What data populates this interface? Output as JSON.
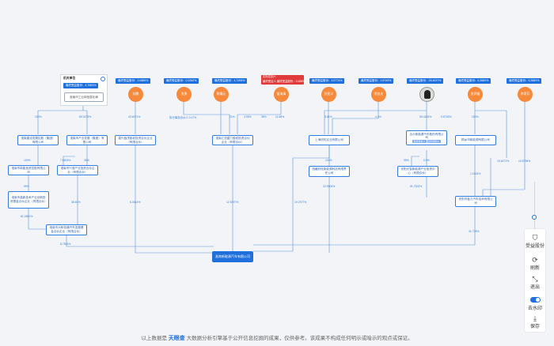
{
  "top_card": {
    "title": "机关单位",
    "badge": "最终受益股份：4.7663%",
    "org": "淮南市工业和信息化局"
  },
  "shareholders": [
    {
      "name": "封鹏",
      "badge": "最终受益股份：2.0889%"
    },
    {
      "name": "张勇",
      "badge": "最终受益股份：0.2252%"
    },
    {
      "name": "陈耀元",
      "badge": "最终受益股份：4.7205%"
    },
    {
      "name": "侯海清",
      "badge_red": "实际控制人",
      "badge_red2": "最终受益人  最终受益股份：0.4889%"
    },
    {
      "name": "孙民义",
      "badge": "最终受益股份：3.0774%"
    },
    {
      "name": "倪忠夫",
      "badge": "最终受益股份：0.9749%"
    },
    {
      "name": "",
      "badge": "最终受益股份：25.4037%"
    },
    {
      "name": "张润福",
      "badge": "最终受益股份：6.3569%"
    },
    {
      "name": "李家芳",
      "badge": "最终受益股份：5.3869%"
    }
  ],
  "companies": {
    "c1": "淮南建设发展控股（集团）有限公司",
    "c2": "淮南市产业发展（集团）有限公司",
    "c3": "嘉兴鑫茂股权投资合伙企业（有限合伙）",
    "c4": "淮南汇信建力股权投资合伙企业（有限合伙）",
    "c5": "上海欣旺实业有限公司",
    "c6": "合众新能源汽车股份有限公司",
    "c6_tag1": "最终受益人",
    "c6_tag2": "实际控制人",
    "c7": "桐乡市新能源有限公司",
    "c8": "淮南市新能投资控股有限公司",
    "c9": "淮南市兴淮产业投资合伙企业（有限合伙）",
    "c10": "西藏欣旺新能源科技有限责任公司",
    "c11": "安阳元智新能源产业投资中心（有限合伙）",
    "c12": "淮南市高新技术产业创新投资基金合伙企业（有限合伙）",
    "c13": "安阳市鑫力汽车技术有限公司",
    "c14": "淮南市大和信通汽车发展基金合伙企业（有限合伙）",
    "target": "淮南新能源汽车有限公司"
  },
  "percentages": {
    "p_c1": "100%",
    "p_c2": "69.0273%",
    "p_fp": "43.6071%",
    "p_zy": "执行事务合伙人 0.07%",
    "p_cy1": "21%",
    "p_cy2": "4.95%",
    "p_hh1": "38%",
    "p_hh2": "11.88%",
    "p_sm": "8.61%",
    "p_nz": "4.4%",
    "p_ph": "59.4152%",
    "p_ph2": "0.5718%",
    "p_zr": "100%",
    "p_c1c8": "100%",
    "p_c2c9a": "7.6603%",
    "p_c2c9b": "30%",
    "p_c8c12": "99%",
    "p_c12": "61.2681%",
    "p_c9c14": "38.61%",
    "p_c3": "6.0414%",
    "p_c4": "12.5197%",
    "p_c5a": "100%",
    "p_c5t": "19.2377%",
    "p_c10": "32.9504%",
    "p_c6a": "99%",
    "p_c6b": "0.5%",
    "p_c11": "51.7002%",
    "p_c7": "1.1824%",
    "p_ljf": "10.5798%",
    "p_zr2": "19.8271%",
    "p_c13": "31.776%",
    "p_c14": "8.7504%"
  },
  "footer": {
    "text_before": "以上数据是",
    "logo": "天眼查",
    "text_after": "大数据分析引擎基于公开信息挖掘的成果，仅供参考。该成果不构成任何明示或暗示的观点或保证。"
  },
  "toolbar": {
    "share": "受益股份",
    "refresh": "刷新",
    "exit": "退出",
    "watermark": "去水印",
    "save": "保存"
  },
  "colors": {
    "accent": "#1f6fdc",
    "person": "#f6893a",
    "red": "#e03b3b"
  }
}
